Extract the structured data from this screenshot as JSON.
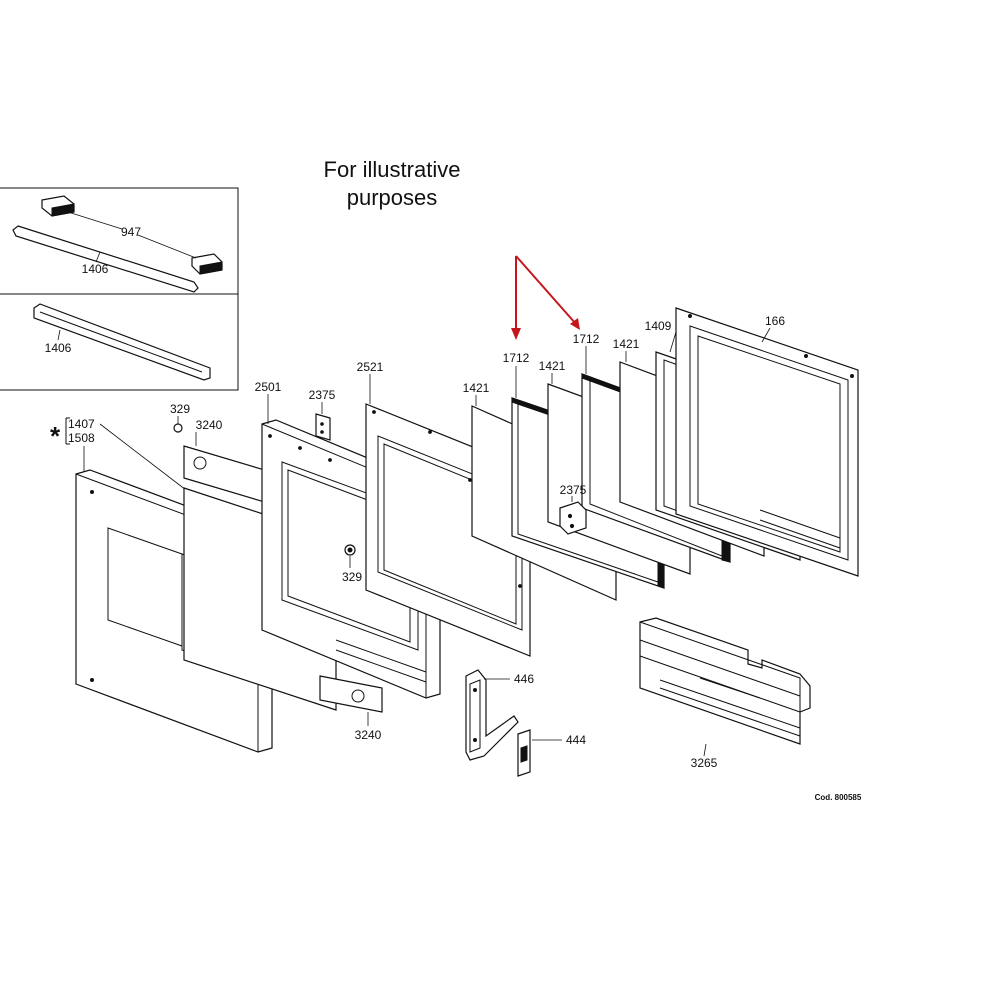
{
  "caption": {
    "line1": "For illustrative",
    "line2": "purposes"
  },
  "code_text": "Cod. 800585",
  "star": "*",
  "accent_color": "#c4161c",
  "labels": {
    "p947": "947",
    "p1406a": "1406",
    "p1406b": "1406",
    "p1407": "1407",
    "p1508": "1508",
    "p329a": "329",
    "p3240a": "3240",
    "p2501": "2501",
    "p2375a": "2375",
    "p2521": "2521",
    "p329b": "329",
    "p3240b": "3240",
    "p1421a": "1421",
    "p1712a": "1712",
    "p1421b": "1421",
    "p1712b": "1712",
    "p1421c": "1421",
    "p1409": "1409",
    "p166": "166",
    "p2375b": "2375",
    "p446": "446",
    "p444": "444",
    "p3265": "3265"
  }
}
